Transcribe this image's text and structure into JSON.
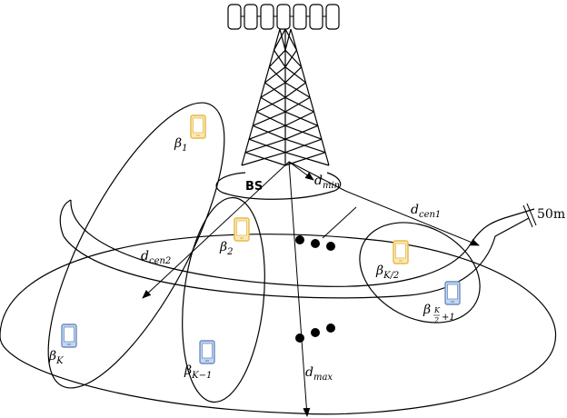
{
  "bs_label": "BS",
  "distance_labels": {
    "d_min": {
      "base": "d",
      "sub": "min"
    },
    "d_cen1": {
      "base": "d",
      "sub": "cen1"
    },
    "d_cen2": {
      "base": "d",
      "sub": "cen2"
    },
    "d_max": {
      "base": "d",
      "sub": "max"
    }
  },
  "width_label": "50m",
  "user_labels": {
    "beta_1": {
      "base": "β",
      "sub": "1"
    },
    "beta_2": {
      "base": "β",
      "sub": "2"
    },
    "beta_K": {
      "base": "β",
      "sub": "K"
    },
    "beta_K_minus_1": {
      "base": "β",
      "sub": "K−1"
    },
    "beta_K_half": {
      "base": "β",
      "sub": "K/2"
    },
    "beta_K_half_plus_1": {
      "base": "β",
      "frac_num": "K",
      "frac_den": "2",
      "sub_tail": "+1"
    }
  },
  "colors": {
    "phone_yellow": "#e6b94a",
    "phone_yellow_fill": "#fce9b8",
    "phone_blue": "#6c8ebf",
    "phone_blue_fill": "#c6d6f2"
  }
}
